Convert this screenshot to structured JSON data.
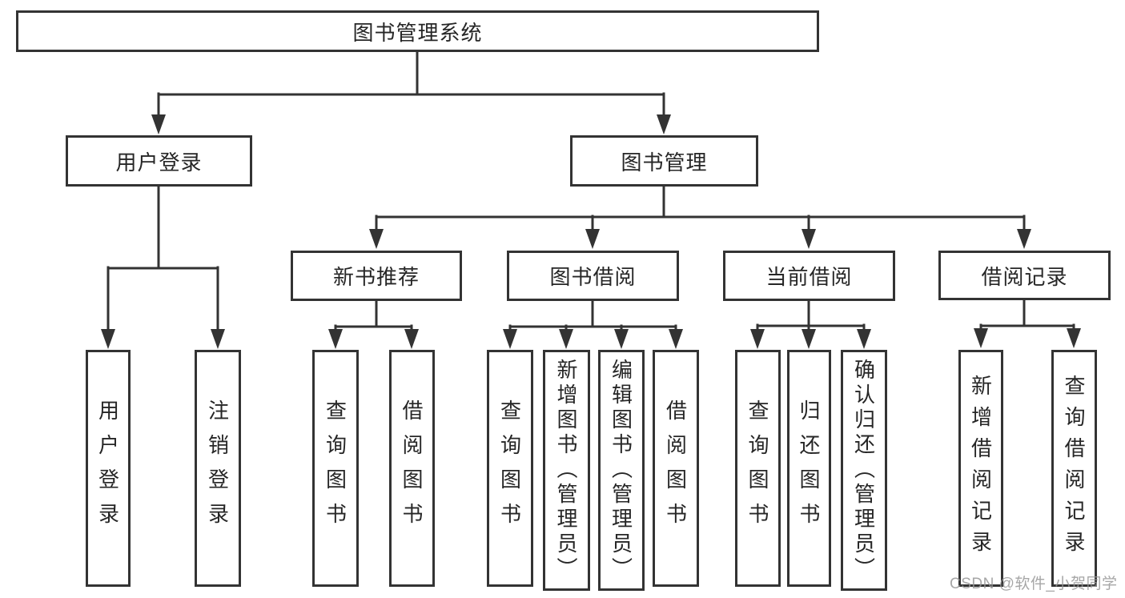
{
  "diagram": {
    "tree": {
      "label": "图书管理系统",
      "children": [
        {
          "label": "用户登录",
          "children": [
            {
              "label": "用户登录"
            },
            {
              "label": "注销登录"
            }
          ]
        },
        {
          "label": "图书管理",
          "children": [
            {
              "label": "新书推荐",
              "children": [
                {
                  "label": "查询图书"
                },
                {
                  "label": "借阅图书"
                }
              ]
            },
            {
              "label": "图书借阅",
              "children": [
                {
                  "label": "查询图书"
                },
                {
                  "label": "新增图书（管理员）"
                },
                {
                  "label": "编辑图书（管理员）"
                },
                {
                  "label": "借阅图书"
                }
              ]
            },
            {
              "label": "当前借阅",
              "children": [
                {
                  "label": "查询图书"
                },
                {
                  "label": "归还图书"
                },
                {
                  "label": "确认归还（管理员）"
                }
              ]
            },
            {
              "label": "借阅记录",
              "children": [
                {
                  "label": "新增借阅记录"
                },
                {
                  "label": "查询借阅记录"
                }
              ]
            }
          ]
        }
      ]
    }
  },
  "colors": {
    "line": "#333333",
    "box_border": "#333333",
    "box_fill": "#ffffff",
    "text": "#262626",
    "watermark": "#969696"
  },
  "watermark": {
    "text": "CSDN @软件_小贺同学"
  }
}
